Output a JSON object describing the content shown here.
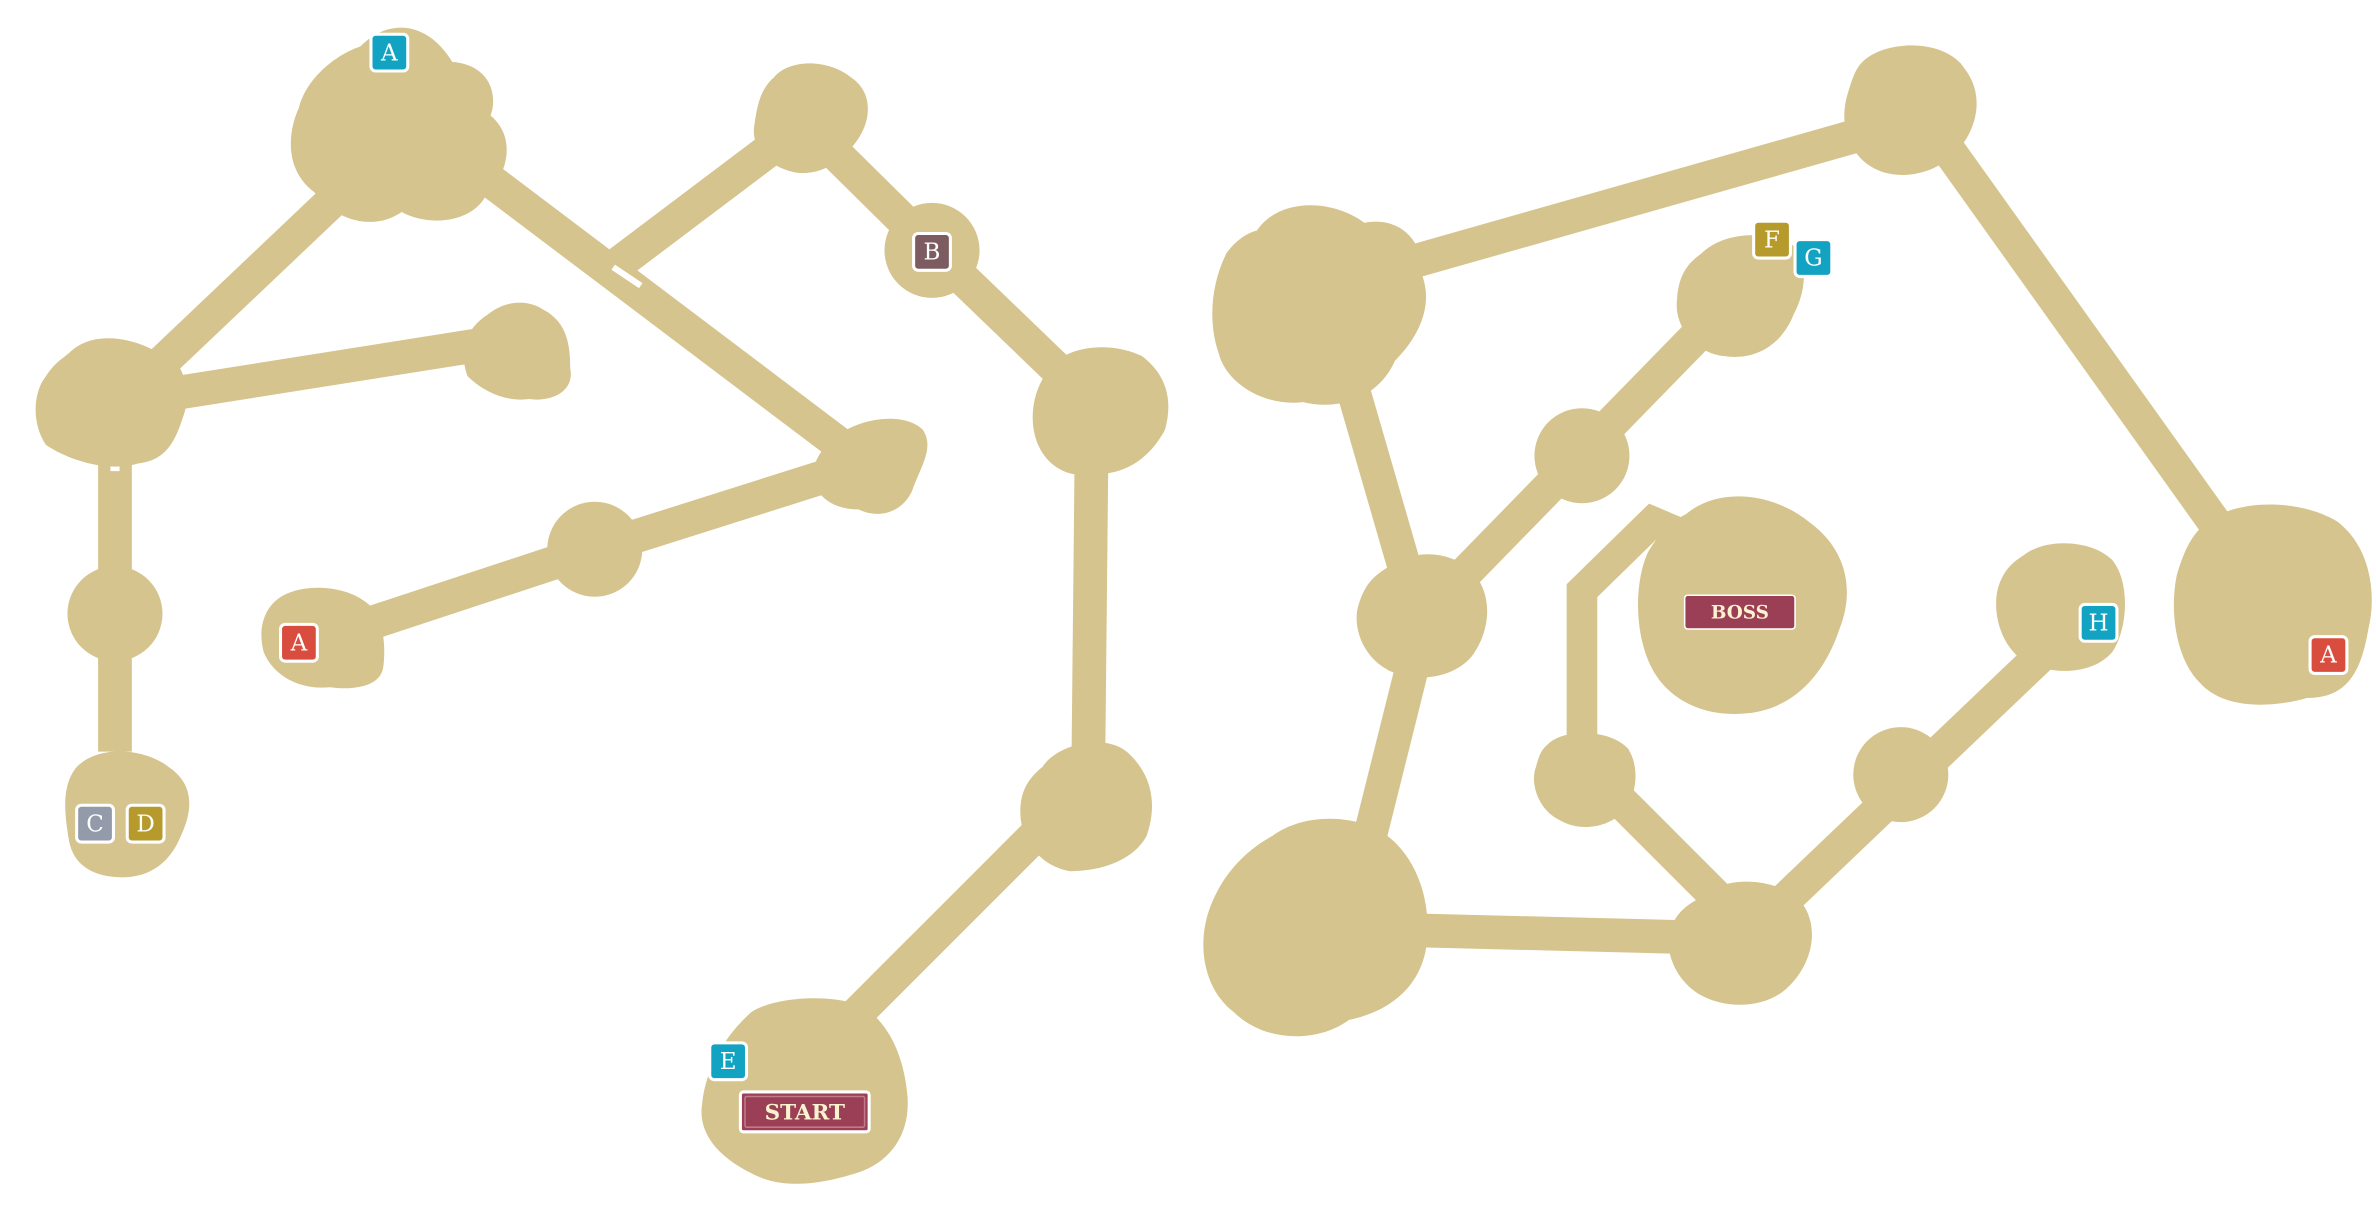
{
  "colors": {
    "background": "#ffffff",
    "terrain": "#d6c48e",
    "marker_border": "#ffffff",
    "blue": "#12a3c3",
    "red": "#d84d3e",
    "gold": "#b79a2c",
    "gray": "#939aa9",
    "brown": "#7c5c60",
    "banner": "#9b3f56",
    "banner_text": "#fbf2cf"
  },
  "markers": [
    {
      "id": "a-top",
      "label": "A",
      "color": "blue"
    },
    {
      "id": "a-left",
      "label": "A",
      "color": "red"
    },
    {
      "id": "b",
      "label": "B",
      "color": "brown"
    },
    {
      "id": "c",
      "label": "C",
      "color": "gray"
    },
    {
      "id": "d",
      "label": "D",
      "color": "gold"
    },
    {
      "id": "e",
      "label": "E",
      "color": "blue"
    },
    {
      "id": "f",
      "label": "F",
      "color": "gold"
    },
    {
      "id": "g",
      "label": "G",
      "color": "blue"
    },
    {
      "id": "h",
      "label": "H",
      "color": "blue"
    },
    {
      "id": "a-right",
      "label": "A",
      "color": "red"
    }
  ],
  "banners": {
    "start": "START",
    "boss": "BOSS"
  }
}
